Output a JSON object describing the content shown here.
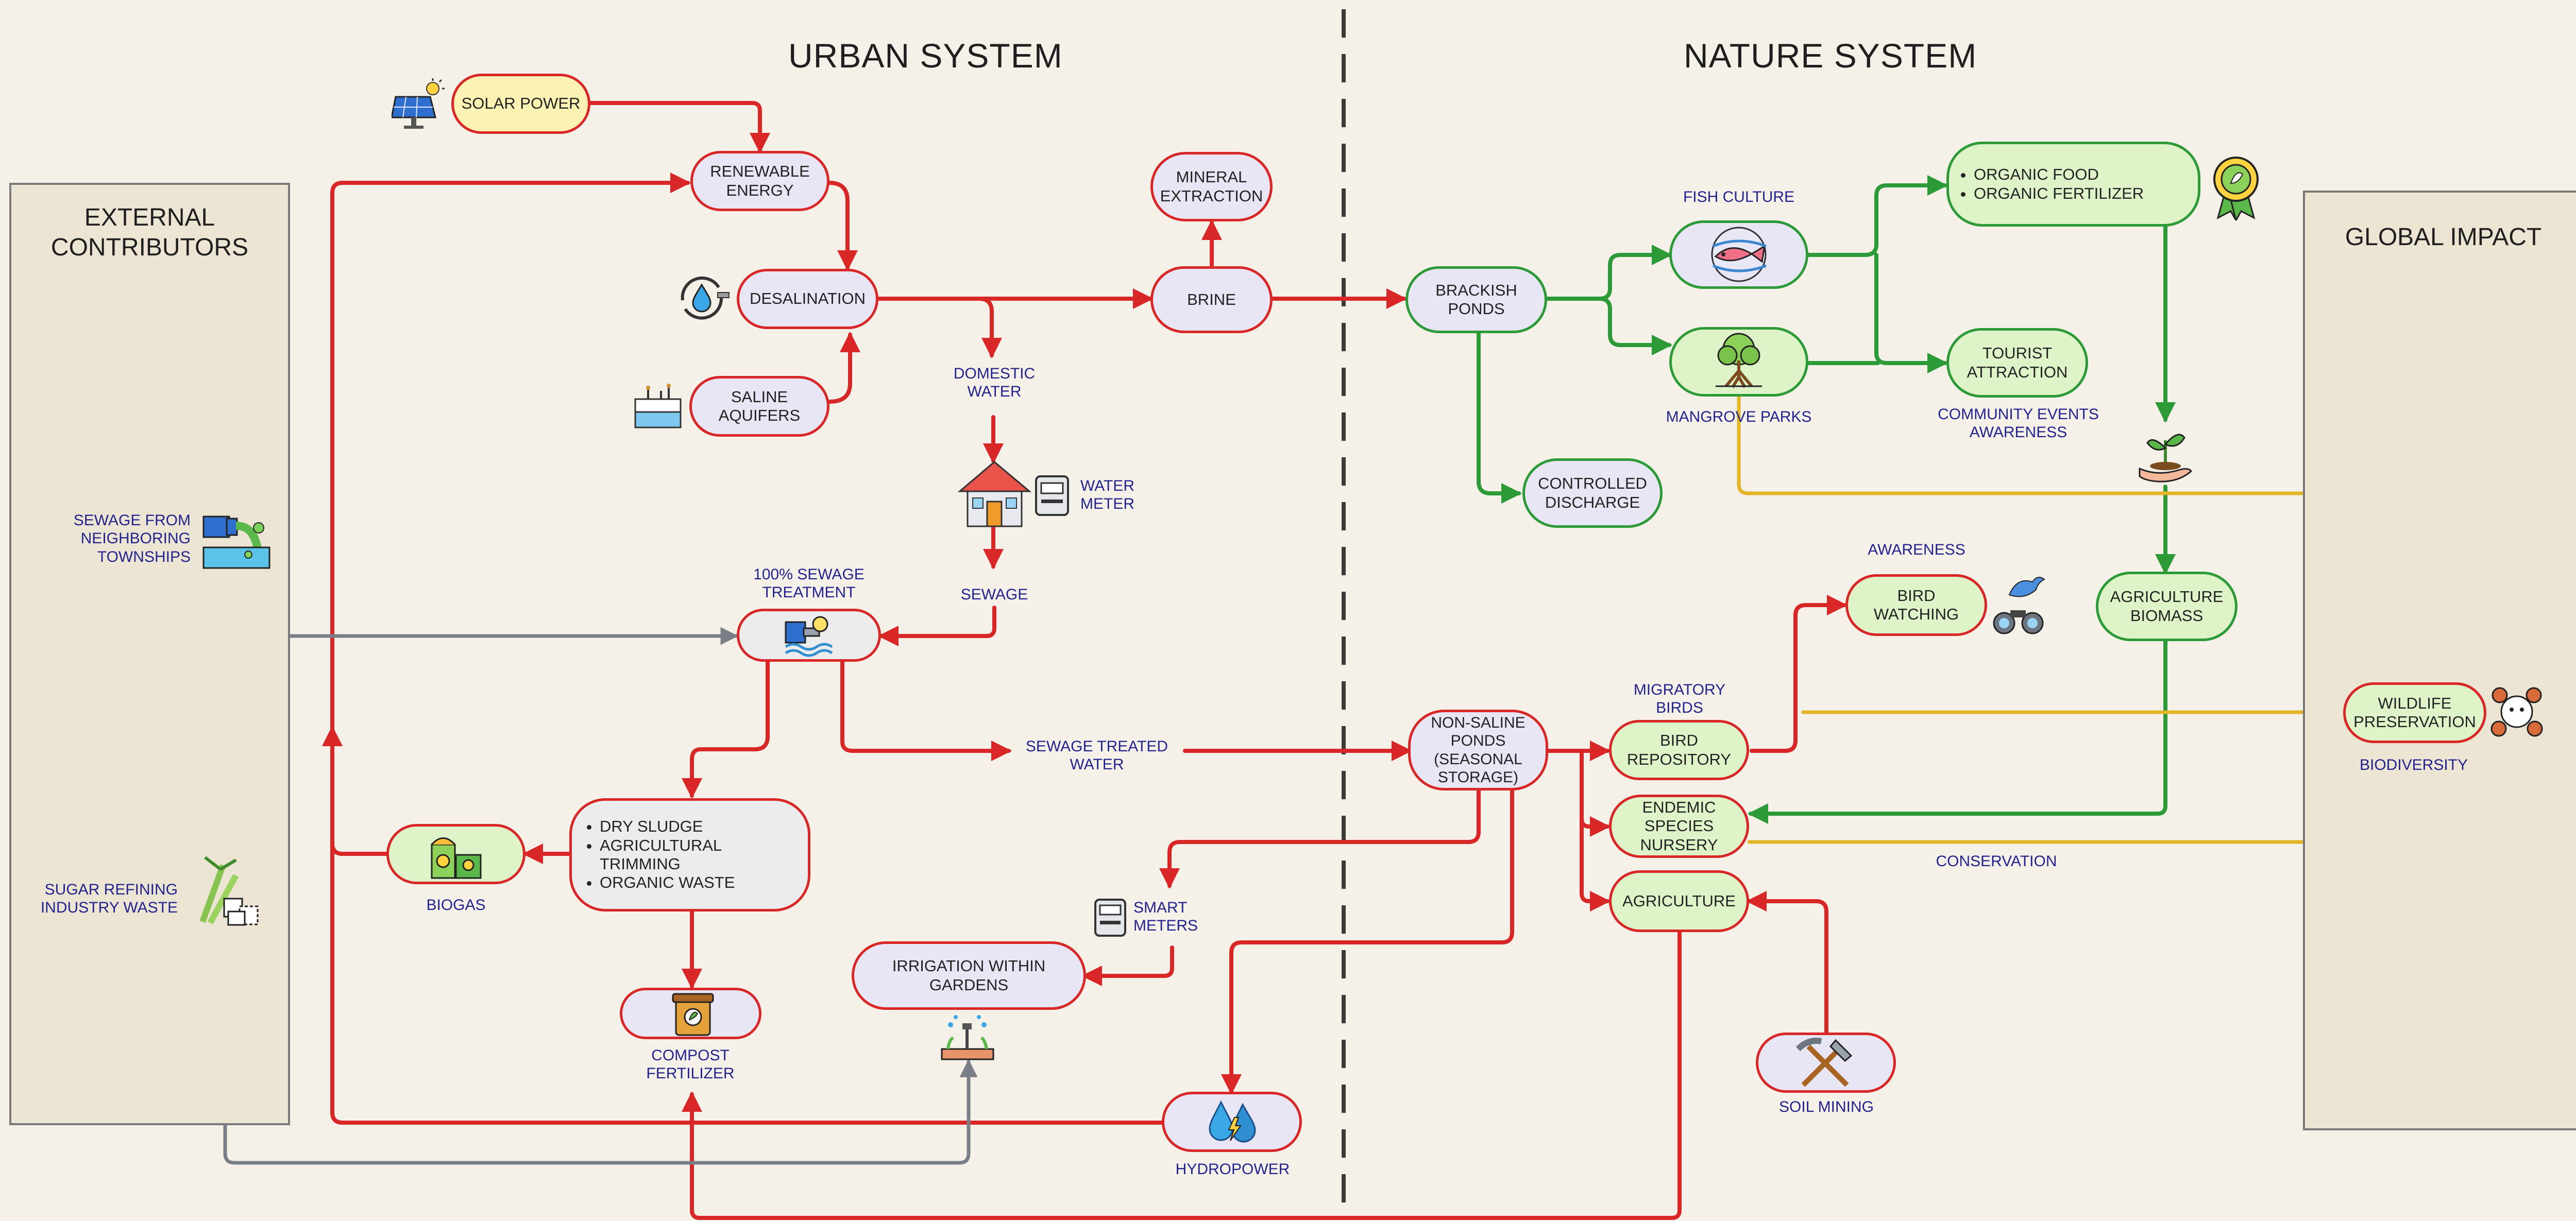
{
  "sections": {
    "urban": "URBAN SYSTEM",
    "nature": "NATURE SYSTEM"
  },
  "panels": {
    "external": "EXTERNAL\nCONTRIBUTORS",
    "global": "GLOBAL IMPACT"
  },
  "nodes": {
    "solar_power": "SOLAR POWER",
    "renewable_energy": "RENEWABLE\nENERGY",
    "desalination": "DESALINATION",
    "saline_aquifers": "SALINE\nAQUIFERS",
    "mineral_extraction": "MINERAL\nEXTRACTION",
    "brine": "BRINE",
    "brackish_ponds": "BRACKISH\nPONDS",
    "controlled_discharge": "CONTROLLED\nDISCHARGE",
    "organic_products": [
      "ORGANIC FOOD",
      "ORGANIC FERTILIZER"
    ],
    "tourist_attraction": "TOURIST\nATTRACTION",
    "bird_watching": "BIRD WATCHING",
    "agriculture_biomass": "AGRICULTURE\nBIOMASS",
    "wildlife_preservation": "WILDLIFE\nPRESERVATION",
    "non_saline_ponds": "NON-SALINE\nPONDS\n(SEASONAL\nSTORAGE)",
    "bird_repository": "BIRD\nREPOSITORY",
    "endemic_species_nursery": "ENDEMIC\nSPECIES\nNURSERY",
    "agriculture": "AGRICULTURE",
    "waste_mix": [
      "DRY SLUDGE",
      "AGRICULTURAL TRIMMING",
      "ORGANIC WASTE"
    ],
    "irrigation": "IRRIGATION WITHIN\nGARDENS"
  },
  "labels": {
    "domestic_water": "DOMESTIC\nWATER",
    "water_meter": "WATER\nMETER",
    "sewage": "SEWAGE",
    "sewage_treatment": "100% SEWAGE\nTREATMENT",
    "sewage_treated_water": "SEWAGE TREATED\nWATER",
    "sewage_neighboring": "SEWAGE FROM\nNEIGHBORING\nTOWNSHIPS",
    "sugar_waste": "SUGAR REFINING\nINDUSTRY WASTE",
    "biogas": "BIOGAS",
    "compost": "COMPOST\nFERTILIZER",
    "smart_meters": "SMART\nMETERS",
    "hydropower": "HYDROPOWER",
    "fish_culture": "FISH CULTURE",
    "mangrove_parks": "MANGROVE PARKS",
    "community_events": "COMMUNITY EVENTS\nAWARENESS",
    "awareness": "AWARENESS",
    "migratory_birds": "MIGRATORY\nBIRDS",
    "conservation": "CONSERVATION",
    "biodiversity": "BIODIVERSITY",
    "soil_mining": "SOIL MINING"
  },
  "icons": [
    "solar-panel-icon",
    "water-cycle-icon",
    "saline-aquifer-icon",
    "house-icon",
    "water-meter-icon",
    "sewage-pipe-icon",
    "treatment-plant-icon",
    "sugarcane-icon",
    "biogas-plant-icon",
    "compost-bin-icon",
    "smart-meter-icon",
    "sprinkler-icon",
    "hydropower-icon",
    "fish-icon",
    "mangrove-tree-icon",
    "award-badge-icon",
    "seedling-hand-icon",
    "bird-binoculars-icon",
    "wildlife-icon",
    "shovel-pickaxe-icon"
  ],
  "colors": {
    "urban_flow": "#d92626",
    "nature_flow": "#2c9a36",
    "impact_flow": "#e3b425",
    "external_flow": "#7a7e86",
    "label_text": "#23238f",
    "background": "#f5f1e8",
    "panel": "#ede5d3"
  }
}
